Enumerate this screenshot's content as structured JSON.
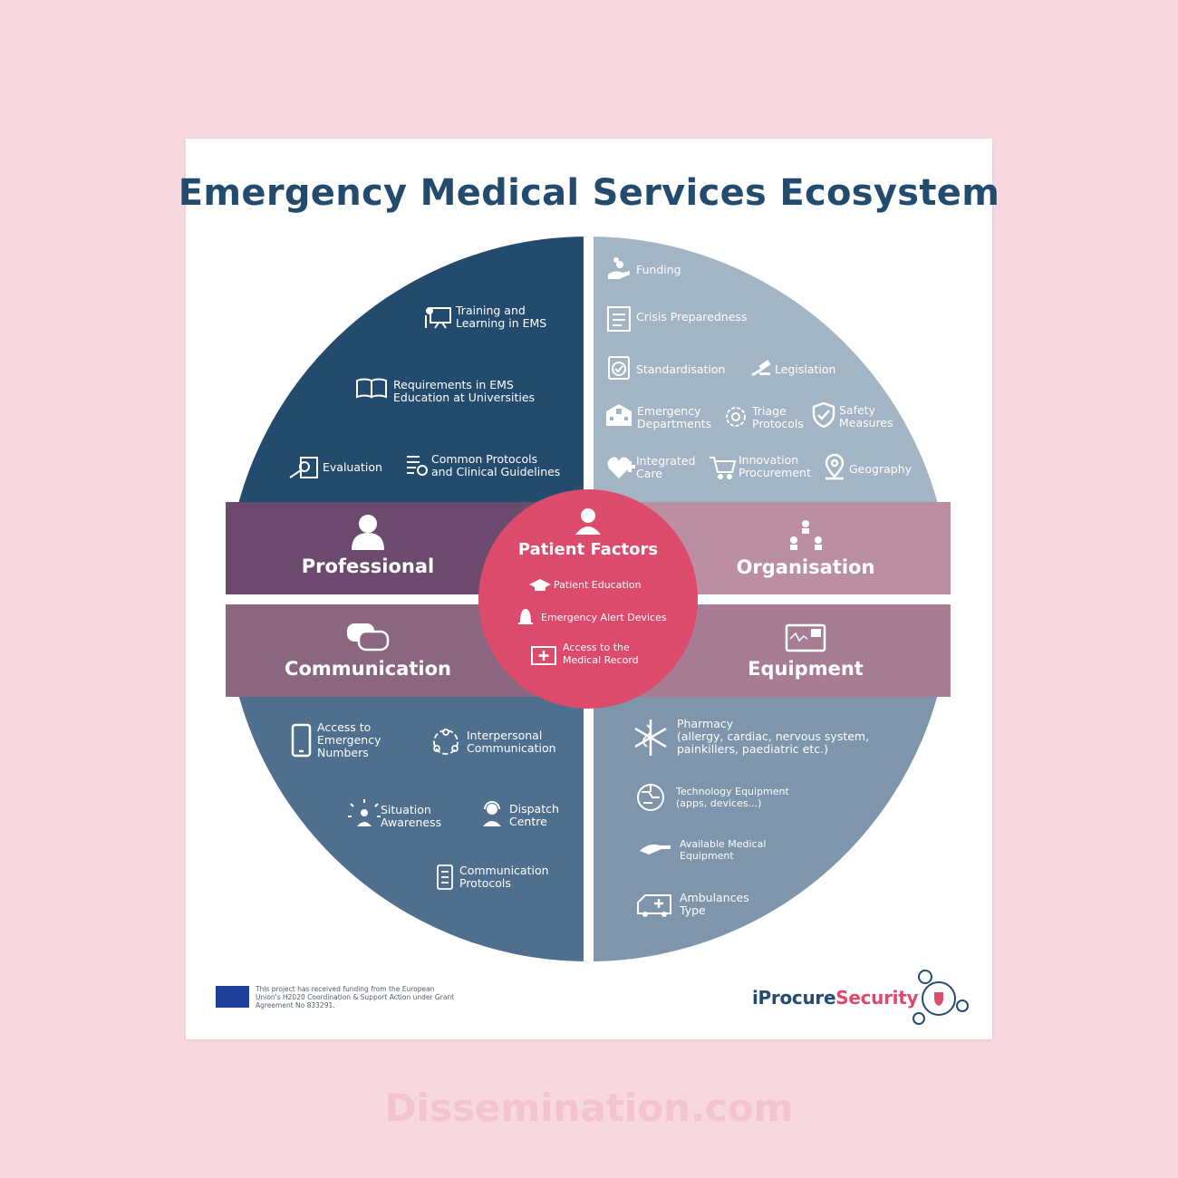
{
  "title": "Emergency Medical Services Ecosystem",
  "colors": {
    "professional_quadrant": "#234b6e",
    "organisation_quadrant": "#a3b4c4",
    "communication_quadrant": "#4f6f8f",
    "equipment_quadrant": "#7e95ac",
    "professional_band": "#6c4a6e",
    "organisation_band": "#bb8fa1",
    "communication_band": "#8b6681",
    "equipment_band": "#a87d94",
    "patient_circle": "#dc4a6c"
  },
  "center": {
    "title": "Patient Factors",
    "items": [
      {
        "label": "Patient Education",
        "icon": "graduation-cap-icon"
      },
      {
        "label": "Emergency Alert Devices",
        "icon": "alarm-bell-icon"
      },
      {
        "label_line1": "Access to the",
        "label_line2": "Medical Record",
        "icon": "medical-folder-icon"
      }
    ]
  },
  "bands": {
    "professional": {
      "label": "Professional",
      "icon": "doctor-icon"
    },
    "organisation": {
      "label": "Organisation",
      "icon": "hierarchy-icon"
    },
    "communication": {
      "label": "Communication",
      "icon": "speech-bubbles-icon"
    },
    "equipment": {
      "label": "Equipment",
      "icon": "monitor-icon"
    }
  },
  "professional_items": [
    {
      "line1": "Training and",
      "line2": "Learning in EMS",
      "icon": "presentation-board-icon"
    },
    {
      "line1": "Requirements in EMS",
      "line2": "Education at Universities",
      "icon": "open-book-icon"
    },
    {
      "line1": "Evaluation",
      "icon": "evaluation-icon"
    },
    {
      "line1": "Common Protocols",
      "line2": "and Clinical Guidelines",
      "icon": "checklist-icon"
    }
  ],
  "organisation_items": [
    {
      "line1": "Funding",
      "icon": "hand-coins-icon"
    },
    {
      "line1": "Crisis Preparedness",
      "icon": "clipboard-icon"
    },
    {
      "line1": "Standardisation",
      "icon": "check-badge-icon"
    },
    {
      "line1": "Legislation",
      "icon": "gavel-icon"
    },
    {
      "line1": "Emergency",
      "line2": "Departments",
      "icon": "hospital-icon"
    },
    {
      "line1": "Triage",
      "line2": "Protocols",
      "icon": "gear-icon"
    },
    {
      "line1": "Safety",
      "line2": "Measures",
      "icon": "shield-check-icon"
    },
    {
      "line1": "Integrated",
      "line2": "Care",
      "icon": "heart-plus-icon"
    },
    {
      "line1": "Innovation",
      "line2": "Procurement",
      "icon": "cart-icon"
    },
    {
      "line1": "Geography",
      "icon": "map-pin-icon"
    }
  ],
  "communication_items": [
    {
      "line1": "Access to",
      "line2": "Emergency",
      "line3": "Numbers",
      "icon": "phone-icon"
    },
    {
      "line1": "Interpersonal",
      "line2": "Communication",
      "icon": "people-cycle-icon"
    },
    {
      "line1": "Situation",
      "line2": "Awareness",
      "icon": "person-arrows-icon"
    },
    {
      "line1": "Dispatch",
      "line2": "Centre",
      "icon": "headset-icon"
    },
    {
      "line1": "Communication",
      "line2": "Protocols",
      "icon": "list-icon"
    }
  ],
  "equipment_items": [
    {
      "line1": "Pharmacy",
      "line2": "(allergy, cardiac, nervous system,",
      "line3": "painkillers, paediatric etc.)",
      "icon": "star-of-life-icon"
    },
    {
      "line1": "Technology Equipment",
      "line2": "(apps, devices...)",
      "icon": "circuit-globe-icon"
    },
    {
      "line1": "Available Medical",
      "line2": "Equipment",
      "icon": "hand-icon"
    },
    {
      "line1": "Ambulances",
      "line2": "Type",
      "icon": "ambulance-icon"
    }
  ],
  "eu_notice": "This project has received funding from the European Union's H2020 Coordination & Support Action under Grant Agreement No 833291.",
  "brand": {
    "part1": "iProcure",
    "part2": "Security",
    "icon": "cart-shield-icon"
  },
  "footer": "Dissemination.com"
}
